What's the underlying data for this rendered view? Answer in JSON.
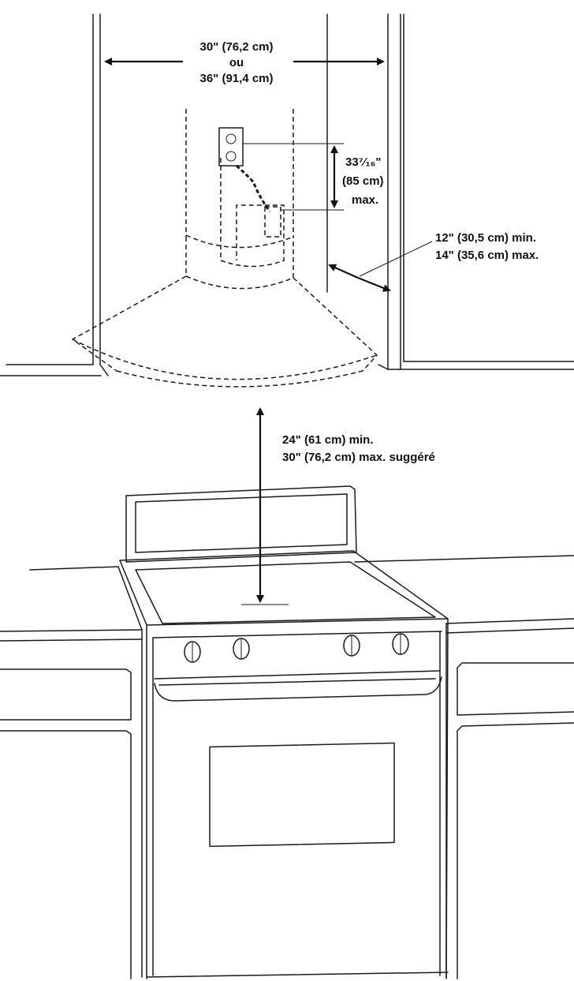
{
  "dimensions": {
    "width": {
      "line1": "30\" (76,2 cm)",
      "line2": "ou",
      "line3": "36\" (91,4 cm)"
    },
    "outlet_height": {
      "line1": "33⁷⁄₁₆\"",
      "line2": "(85 cm)",
      "line3": "max."
    },
    "side_clearance": {
      "line1": "12\" (30,5 cm) min.",
      "line2": "14\" (35,6 cm) max."
    },
    "cooktop_clearance": {
      "line1": "24\" (61 cm) min.",
      "line2": "30\" (76,2 cm) max. suggéré"
    }
  }
}
